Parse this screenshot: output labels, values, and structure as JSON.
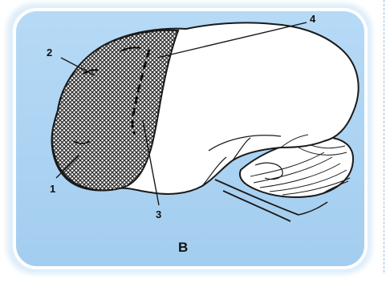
{
  "figure": {
    "panel_label": "B",
    "callouts": [
      {
        "id": "1",
        "text": "1"
      },
      {
        "id": "2",
        "text": "2"
      },
      {
        "id": "3",
        "text": "3"
      },
      {
        "id": "4",
        "text": "4"
      }
    ]
  },
  "colors": {
    "panel_fill": "#a9d2f3",
    "panel_border": "#ffffff",
    "outline": "#1a1a1a",
    "hatch_region": "#3a3a3a"
  }
}
